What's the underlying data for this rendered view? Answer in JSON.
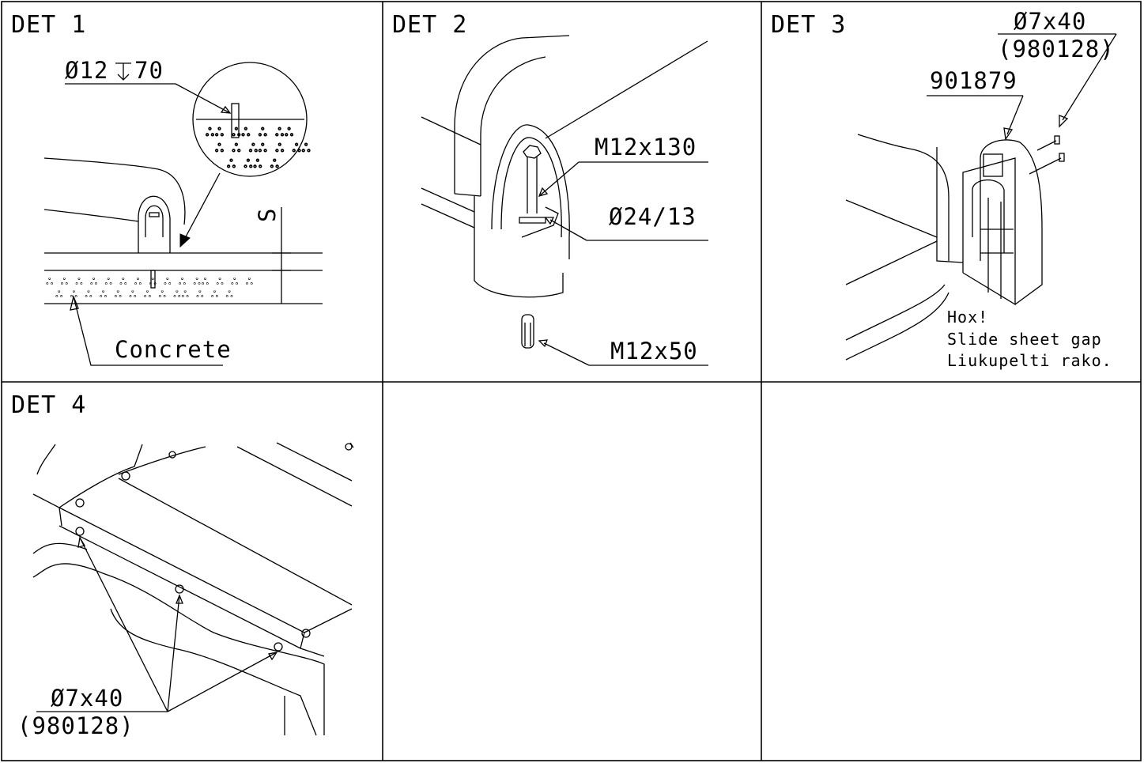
{
  "sheet": {
    "panels": [
      {
        "id": "det1",
        "title": "DET 1",
        "labels": {
          "drill": "Ø12",
          "depth": "70",
          "s": "S",
          "concrete": "Concrete"
        }
      },
      {
        "id": "det2",
        "title": "DET 2",
        "labels": {
          "bolt": "M12x130",
          "washer": "Ø24/13",
          "anchor": "M12x50"
        }
      },
      {
        "id": "det3",
        "title": "DET 3",
        "labels": {
          "screw": "Ø7x40",
          "screw_code": "(980128)",
          "part": "901879",
          "note_1": "Hox!",
          "note_2": "Slide sheet gap",
          "note_3": "Liukupelti rako."
        }
      },
      {
        "id": "det4",
        "title": "DET 4",
        "labels": {
          "screw": "Ø7x40",
          "screw_code": "(980128)"
        }
      },
      {
        "id": "empty-5",
        "title": "",
        "labels": {}
      },
      {
        "id": "empty-6",
        "title": "",
        "labels": {}
      }
    ]
  }
}
